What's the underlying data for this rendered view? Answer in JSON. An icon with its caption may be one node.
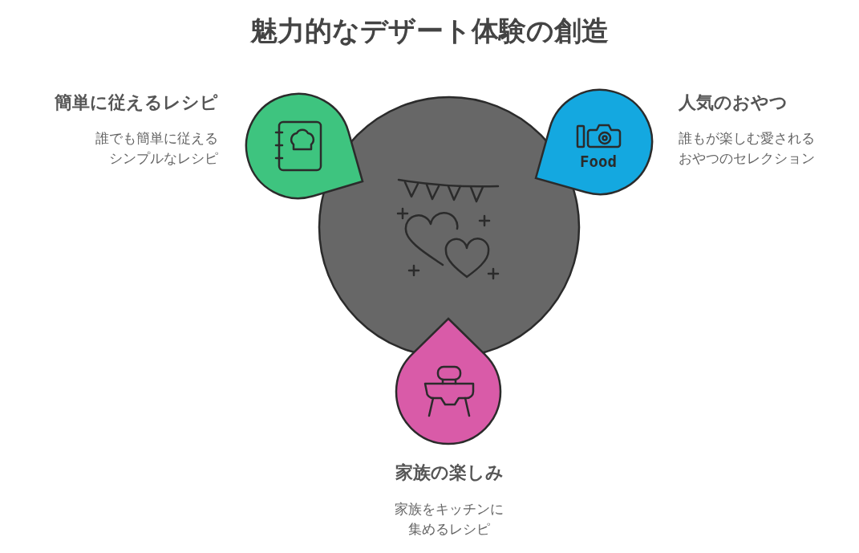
{
  "diagram": {
    "title": "魅力的なデザート体験の創造",
    "labels": [
      "簡単に従えるレシピ",
      "誰でも簡単に従えるシンプルなレシピ",
      "人気のおやつ",
      "誰もが楽しむ愛されるおやつのセレクション",
      "Food",
      "家族の楽しみ",
      "家族をキッチンに集めるレシピ"
    ]
  }
}
